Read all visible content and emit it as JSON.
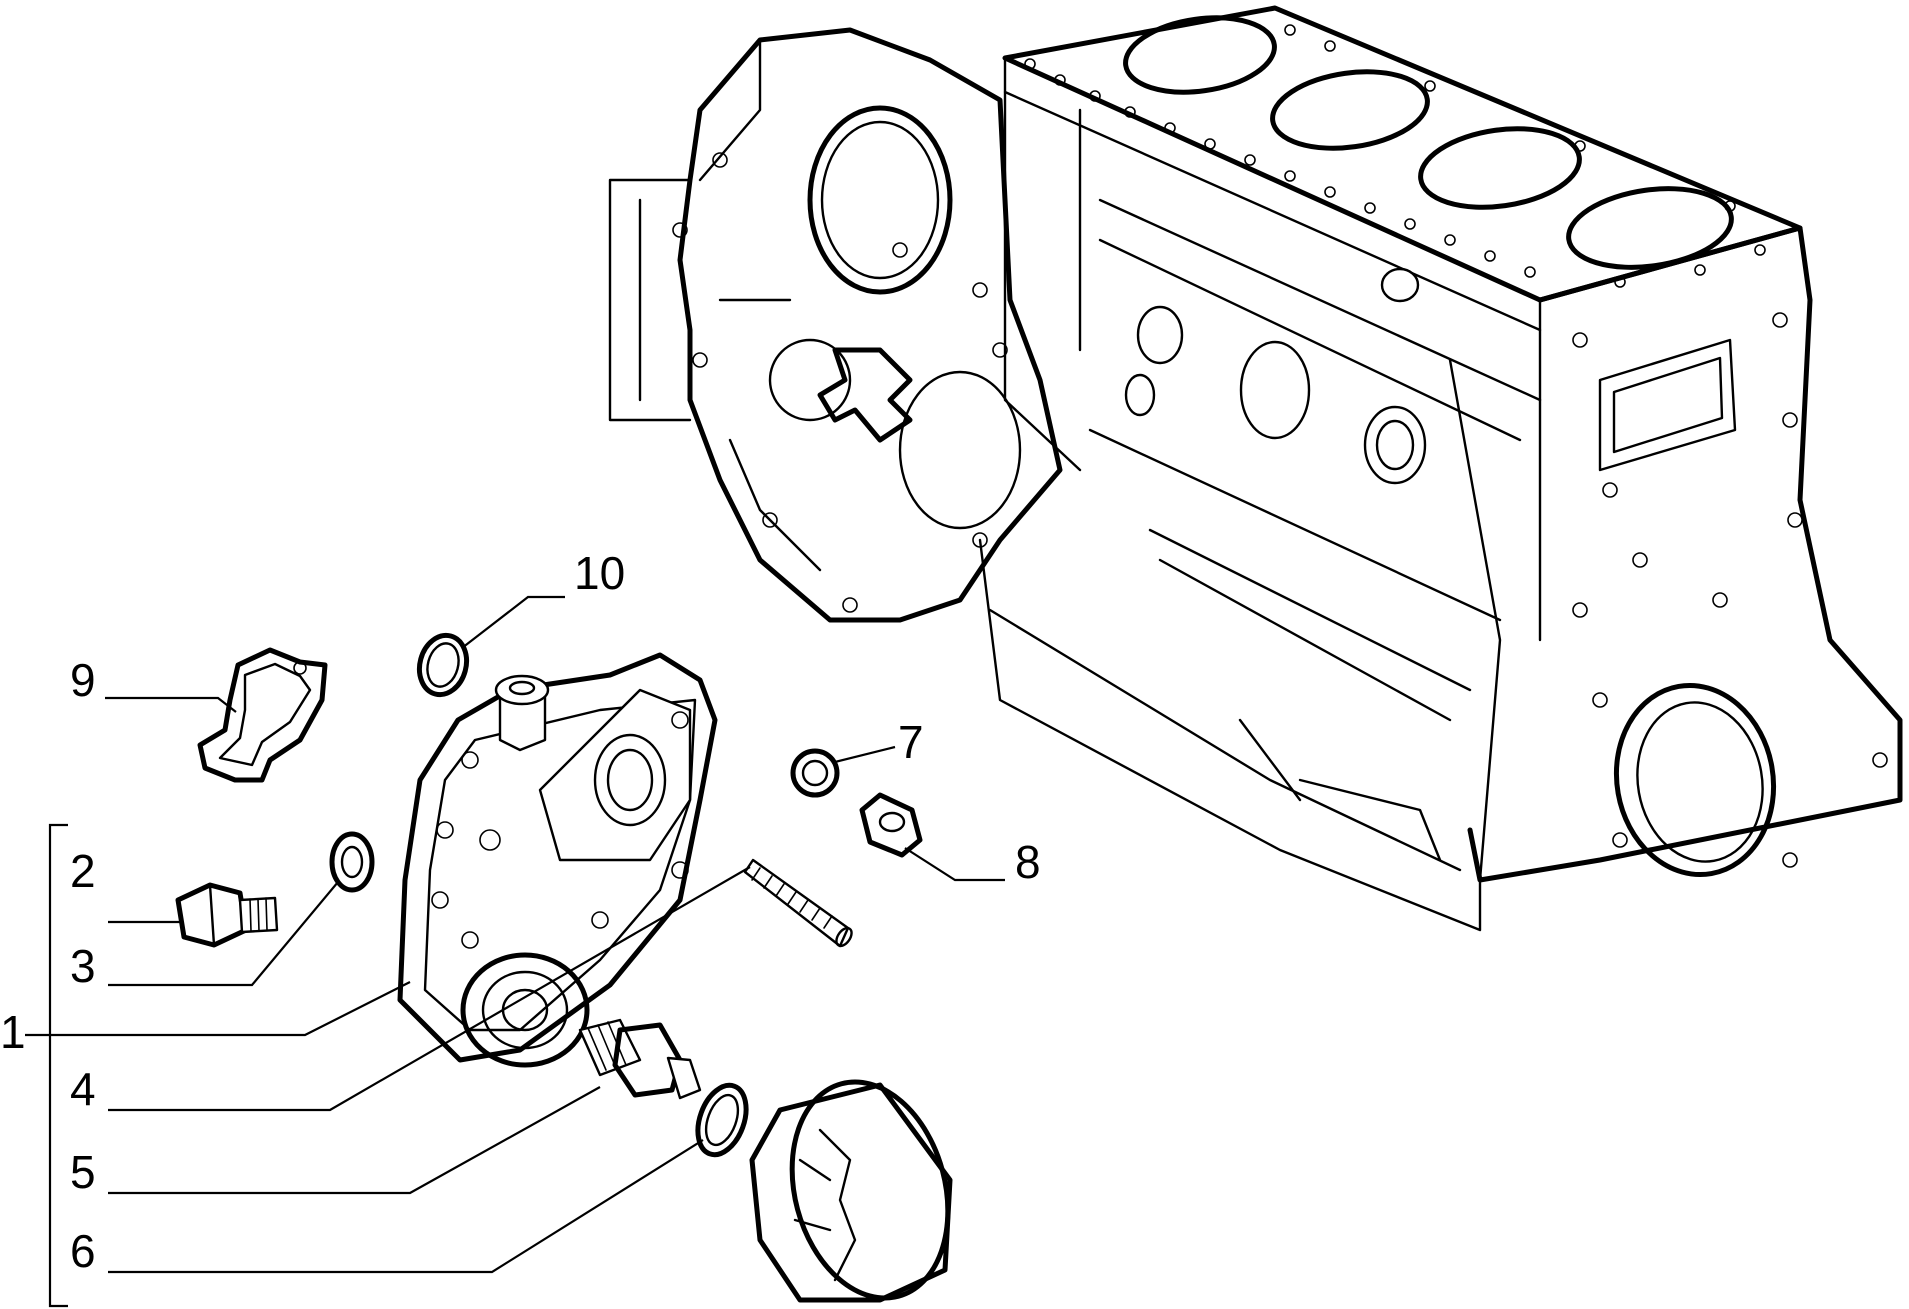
{
  "diagram": {
    "callouts": [
      {
        "id": "1",
        "label": "1"
      },
      {
        "id": "2",
        "label": "2"
      },
      {
        "id": "3",
        "label": "3"
      },
      {
        "id": "4",
        "label": "4"
      },
      {
        "id": "5",
        "label": "5"
      },
      {
        "id": "6",
        "label": "6"
      },
      {
        "id": "7",
        "label": "7"
      },
      {
        "id": "8",
        "label": "8"
      },
      {
        "id": "9",
        "label": "9"
      },
      {
        "id": "10",
        "label": "10"
      }
    ],
    "line_color": "#000000",
    "background": "#ffffff"
  }
}
